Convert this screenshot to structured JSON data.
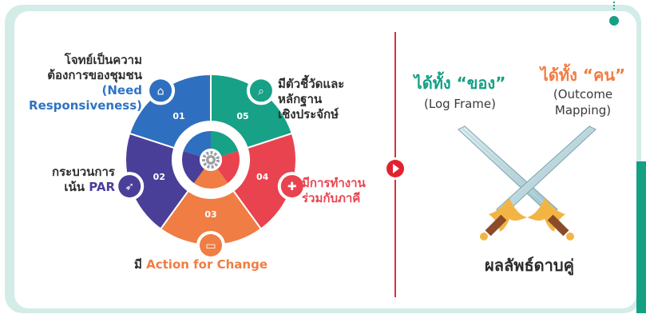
{
  "left": {
    "segments": [
      {
        "num": "01",
        "color": "#2f6fbf",
        "icon": "unlock-icon",
        "label_lines": [
          "โจทย์เป็นความ",
          "ต้องการของชุมชน"
        ],
        "accent_lines": [
          "(Need",
          "Responsiveness)"
        ],
        "accent_color": "#2f73c2"
      },
      {
        "num": "02",
        "color": "#4a3f98",
        "icon": "rocket-icon",
        "label_line": "กระบวนการ",
        "label_prefix": "เน้น",
        "accent": "PAR",
        "accent_color": "#4a3f98"
      },
      {
        "num": "03",
        "color": "#f07d43",
        "icon": "laptop-icon",
        "label_prefix": "มี",
        "accent": "Action for Change",
        "accent_color": "#f07d43"
      },
      {
        "num": "04",
        "color": "#e9434f",
        "icon": "pin-icon",
        "label_lines": [
          "มีการทำงาน",
          "ร่วมกับภาคี"
        ],
        "label_color": "#e9434f"
      },
      {
        "num": "05",
        "color": "#17a186",
        "icon": "magnifier-icon",
        "label_lines": [
          "มีตัวชี้วัดและ",
          "หลักฐาน",
          "เชิงประจักษ์"
        ]
      }
    ],
    "center_icon": "gear-icon"
  },
  "right": {
    "green_title": "ได้ทั้ง “ของ”",
    "green_sub": "(Log Frame)",
    "orange_title": "ได้ทั้ง “คน”",
    "orange_sub_lines": [
      "(Outcome",
      "Mapping)"
    ],
    "result": "ผลลัพธ์ดาบคู่",
    "colors": {
      "green": "#15a084",
      "orange": "#f07d43"
    }
  }
}
